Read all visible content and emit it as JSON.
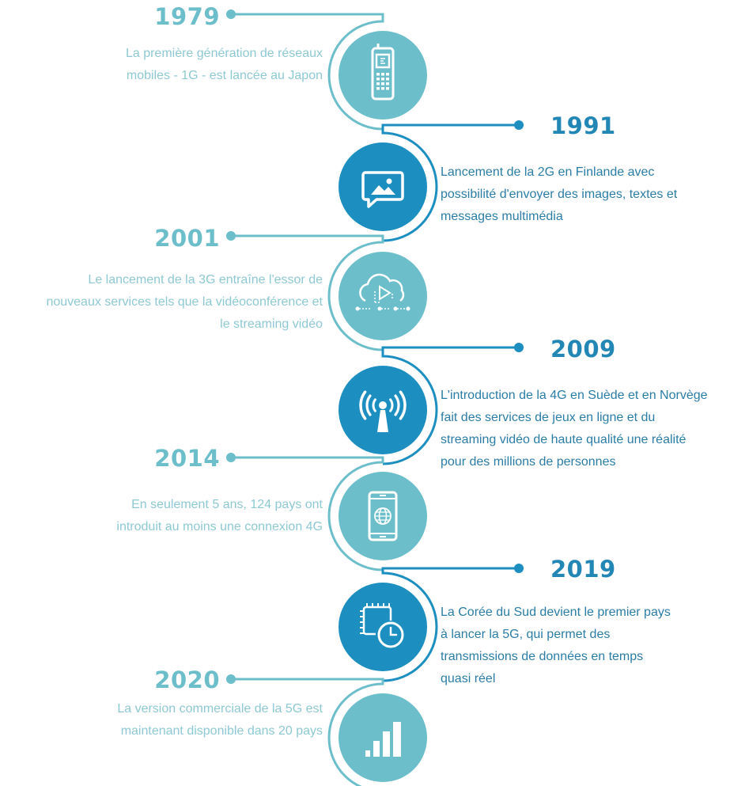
{
  "colors": {
    "light": "#6cbfca",
    "dark": "#1c8fc0",
    "light_text": "#8ec9d3",
    "dark_text": "#2b7da6",
    "light_year": "#6cbfca",
    "dark_year": "#2387b6"
  },
  "events": [
    {
      "year": "1979",
      "description": [
        "La première génération de réseaux",
        "mobiles - 1G - est lancée au Japon"
      ],
      "icon": "feature-phone-icon"
    },
    {
      "year": "1991",
      "description": [
        "Lancement de la 2G en Finlande avec",
        "possibilité d'envoyer des images, textes et",
        "messages multimédia"
      ],
      "icon": "image-message-icon"
    },
    {
      "year": "2001",
      "description": [
        "Le lancement de la 3G entraîne l'essor de",
        "nouveaux services tels que la vidéoconférence et",
        "le streaming vidéo"
      ],
      "icon": "cloud-video-icon"
    },
    {
      "year": "2009",
      "description": [
        "L'introduction de la 4G en Suède et en Norvège",
        "fait des services de jeux en ligne et du",
        "streaming vidéo de haute qualité une réalité",
        "pour des millions de personnes"
      ],
      "icon": "antenna-signal-icon"
    },
    {
      "year": "2014",
      "description": [
        "En seulement 5 ans, 124 pays ont",
        "introduit au moins une connexion 4G"
      ],
      "icon": "smartphone-globe-icon"
    },
    {
      "year": "2019",
      "description": [
        "La Corée du Sud devient le premier pays",
        "à lancer la 5G, qui permet des",
        "transmissions de données en temps",
        "quasi réel"
      ],
      "icon": "chip-clock-icon"
    },
    {
      "year": "2020",
      "description": [
        "La version commerciale de la 5G est",
        "maintenant disponible dans 20 pays"
      ],
      "icon": "signal-bars-icon"
    }
  ]
}
